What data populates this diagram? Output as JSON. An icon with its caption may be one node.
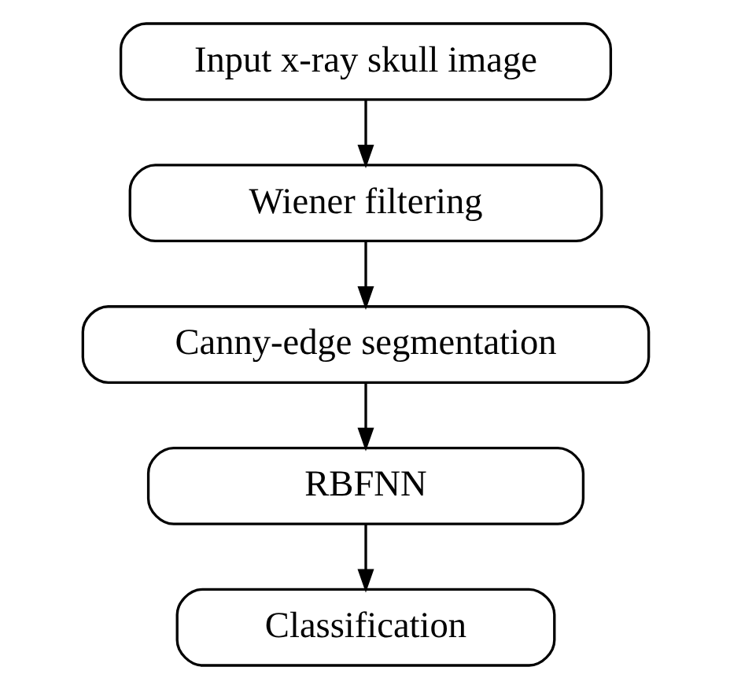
{
  "diagram": {
    "nodes": [
      {
        "text": [
          "Input x-ray skull image"
        ]
      },
      {
        "text": [
          "Wiener filtering"
        ]
      },
      {
        "text": [
          "Canny-edge segmentation"
        ]
      },
      {
        "text": [
          "RBFNN"
        ]
      },
      {
        "text": [
          "Classification"
        ]
      }
    ],
    "edges": [
      {
        "from": 0,
        "to": 1,
        "arrow": "to"
      },
      {
        "from": 1,
        "to": 2,
        "arrow": "to"
      },
      {
        "from": 2,
        "to": 3,
        "arrow": "to"
      },
      {
        "from": 3,
        "to": 4,
        "arrow": "to"
      }
    ]
  }
}
